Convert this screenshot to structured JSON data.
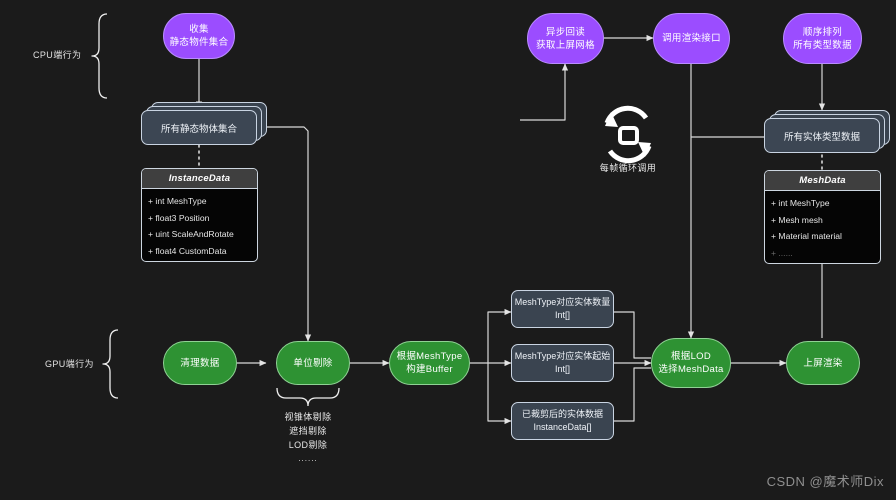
{
  "meta": {
    "background": "#1b1b1b",
    "purple": "#9b4dff",
    "green": "#2e9233",
    "slate": "#3a4450",
    "watermark": "CSDN @魔术师Dix"
  },
  "lanes": [
    {
      "id": "cpu",
      "label": "CPU端行为"
    },
    {
      "id": "gpu",
      "label": "GPU端行为"
    }
  ],
  "nodes": {
    "collect": {
      "line1": "收集",
      "line2": "静态物件集合",
      "type": "purple"
    },
    "readback": {
      "line1": "异步回读",
      "line2": "获取上屏网格",
      "type": "purple"
    },
    "callRender": {
      "line1": "调用渲染接口",
      "line2": "",
      "type": "purple"
    },
    "sortAll": {
      "line1": "顺序排列",
      "line2": "所有类型数据",
      "type": "purple"
    },
    "clean": {
      "line1": "清理数据",
      "line2": "",
      "type": "green"
    },
    "cull": {
      "line1": "单位剔除",
      "line2": "",
      "type": "green"
    },
    "buildBuffer": {
      "line1": "根据MeshType",
      "line2": "构建Buffer",
      "type": "green"
    },
    "lod": {
      "line1": "根据LOD",
      "line2": "选择MeshData",
      "type": "green"
    },
    "present": {
      "line1": "上屏渲染",
      "line2": "",
      "type": "green"
    }
  },
  "stacks": {
    "allStatic": {
      "label": "所有静态物体集合"
    },
    "allEntityTypes": {
      "label": "所有实体类型数据"
    }
  },
  "uml": {
    "instanceData": {
      "title": "InstanceData",
      "rows": [
        "+ int MeshType",
        "+ float3 Position",
        "+ uint ScaleAndRotate",
        "+ float4 CustomData"
      ]
    },
    "meshData": {
      "title": "MeshData",
      "rows": [
        "+ int MeshType",
        "+ Mesh mesh",
        "+ Material material",
        "+ ......"
      ]
    }
  },
  "buffers": [
    {
      "line1": "MeshType对应实体数量",
      "line2": "Int[]"
    },
    {
      "line1": "MeshType对应实体起始",
      "line2": "Int[]"
    },
    {
      "line1": "已裁剪后的实体数据",
      "line2": "InstanceData[]"
    }
  ],
  "annotations": {
    "loop": "每帧循环调用",
    "cullDetail": {
      "l1": "视锥体剔除",
      "l2": "遮挡剔除",
      "l3": "LOD剔除",
      "l4": "......"
    }
  }
}
